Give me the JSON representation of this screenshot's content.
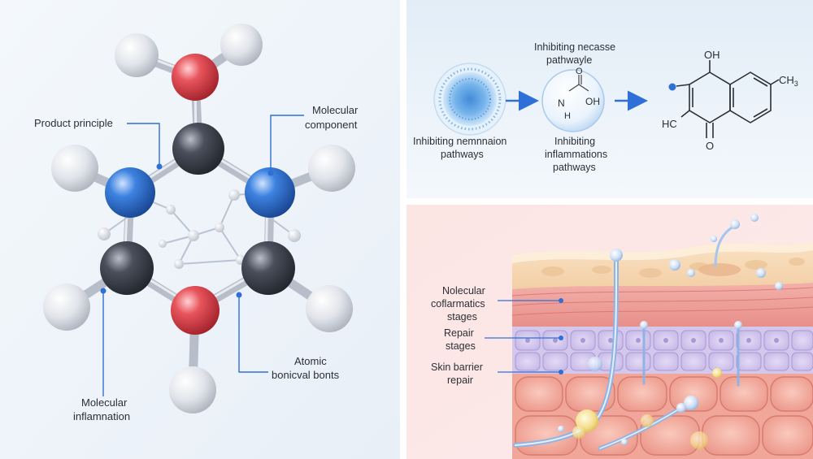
{
  "left_panel": {
    "labels": {
      "product_principle": "Product principle",
      "molecular_component_1": "Molecular",
      "molecular_component_2": "component",
      "atomic_bonds_1": "Atomic",
      "atomic_bonds_2": "bonicval bonts",
      "molecular_inflammation_1": "Molecular",
      "molecular_inflammation_2": "inflamnation"
    },
    "colors": {
      "oxygen": "#e0414a",
      "nitrogen": "#2f74d8",
      "carbon": "#3e4450",
      "hydrogen": "#e3e6ec",
      "callout": "#2f6fd8"
    }
  },
  "pathway_panel": {
    "top_label_1": "Inhibiting necasse",
    "top_label_2": "pathwayle",
    "left_label_1": "Inhibiting nemnnaion",
    "left_label_2": "pathways",
    "mid_label_1": "Inhibiting",
    "mid_label_2": "inflammations",
    "mid_label_3": "pathways",
    "molecule_atoms": {
      "n": "N",
      "h": "H",
      "o": "O",
      "oh": "OH"
    },
    "naphtho_atoms": {
      "oh": "OH",
      "ch3": "CH",
      "ch3_sub": "3",
      "hc": "HC",
      "o": "O"
    },
    "arrow_color": "#2f6fd8"
  },
  "skin_panel": {
    "label_1_line1": "Nolecular",
    "label_1_line2": "coflarmatics",
    "label_1_line3": "stages",
    "label_2_line1": "Repair",
    "label_2_line2": "stages",
    "label_3_line1": "Skin barrier",
    "label_3_line2": "repair"
  }
}
